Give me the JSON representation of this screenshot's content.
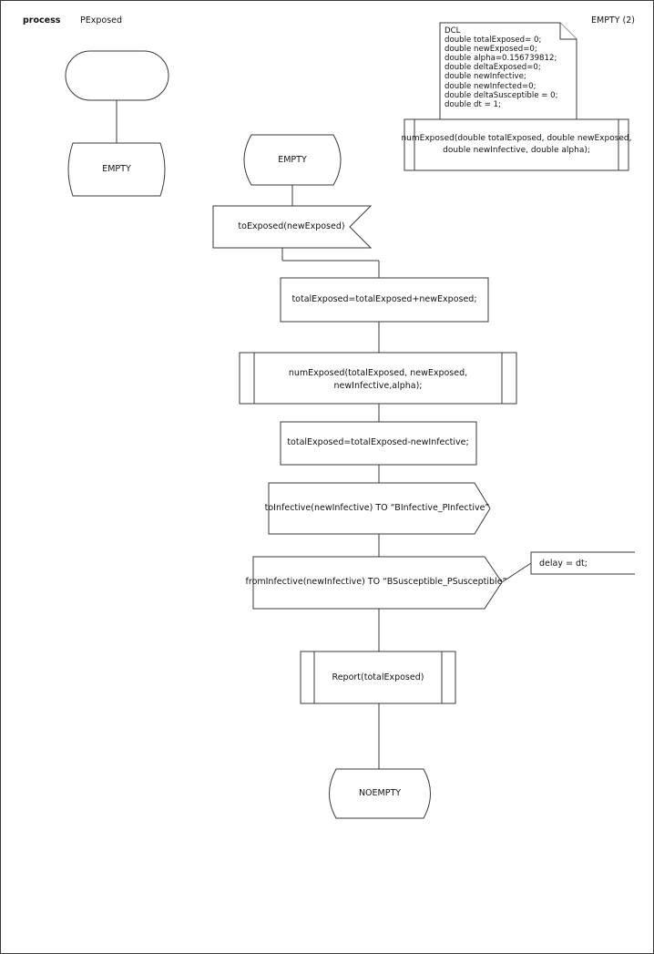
{
  "header": {
    "process_label": "process",
    "process_name": "PExposed",
    "page_label": "EMPTY (2)"
  },
  "left_column": {
    "start_label": "",
    "state_label": "EMPTY"
  },
  "declaration": {
    "lines": [
      "DCL",
      "double totalExposed= 0;",
      "double newExposed=0;",
      "double alpha=0.156739812;",
      "double deltaExposed=0;",
      "double newInfective;",
      "double newInfected=0;",
      "double deltaSusceptible = 0;",
      "double dt = 1;"
    ]
  },
  "procedure_decl": {
    "line1": "numExposed(double totalExposed, double newExposed,",
    "line2": "double newInfective, double alpha);"
  },
  "flow": {
    "state_label": "EMPTY",
    "input_signal": "toExposed(newExposed)",
    "task1": "totalExposed=totalExposed+newExposed;",
    "proc_call_line1": "numExposed(totalExposed, newExposed,",
    "proc_call_line2": "newInfective,alpha);",
    "task2": "totalExposed=totalExposed-newInfective;",
    "output1": "toInfective(newInfective) TO “BInfective_PInfective”",
    "output2": "fromInfective(newInfective) TO “BSusceptible_PSusceptible”",
    "output2_comment": "delay = dt;",
    "report_call": "Report(totalExposed)",
    "next_state": "NOEMPTY"
  },
  "colors": {
    "line": "#3a3a3a",
    "background": "#ffffff"
  }
}
